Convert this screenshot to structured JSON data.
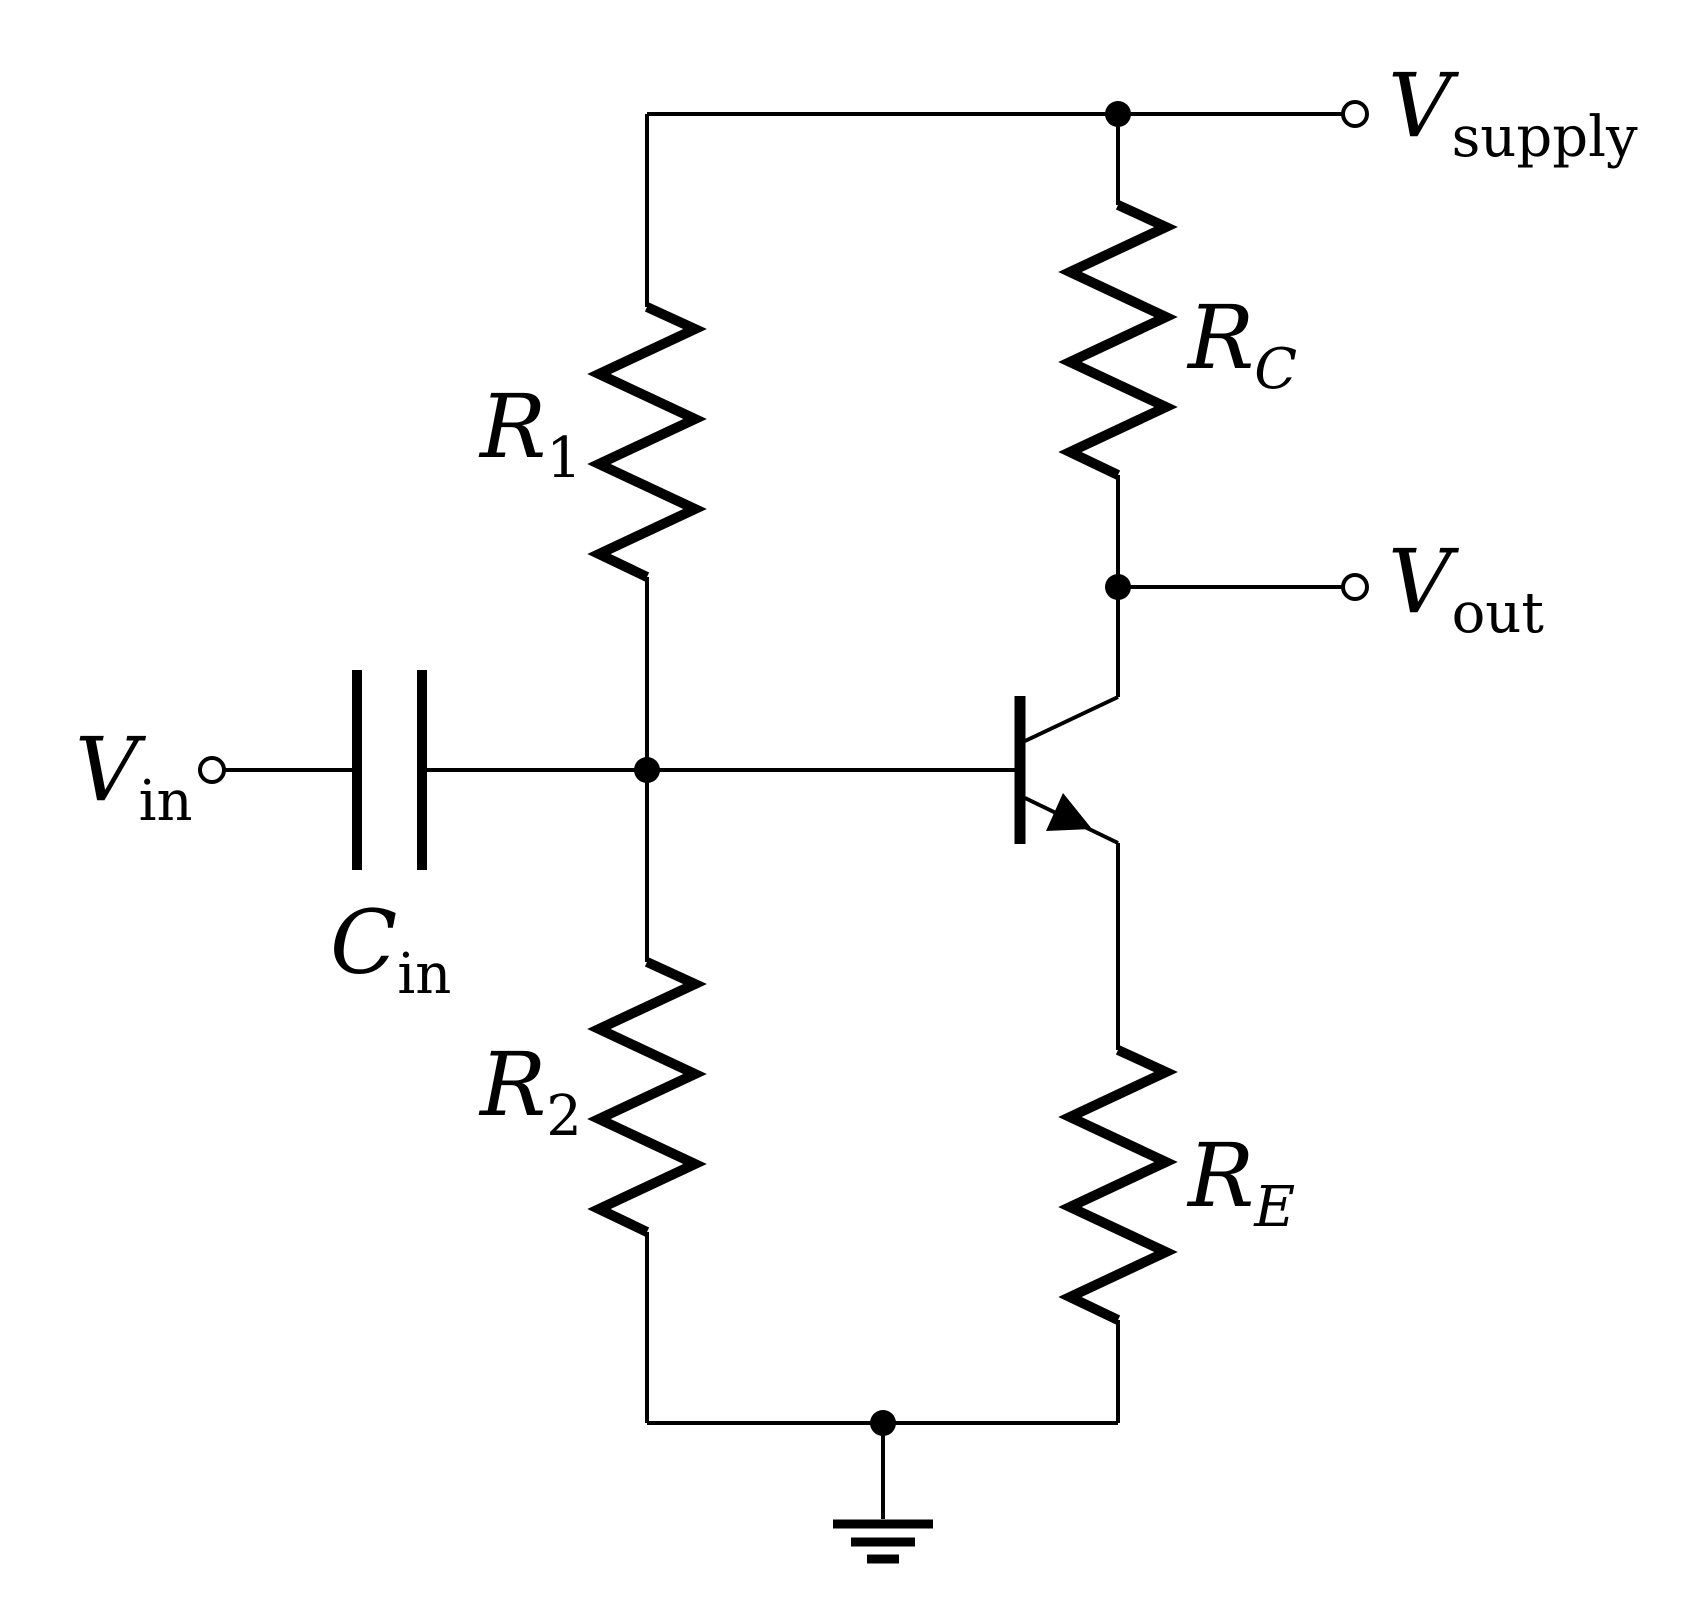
{
  "colors": {
    "ink": "#000000",
    "background": "#ffffff"
  },
  "labels": {
    "v_in": {
      "main": "V",
      "sub": "in"
    },
    "v_out": {
      "main": "V",
      "sub": "out"
    },
    "v_supply": {
      "main": "V",
      "sub": "supply"
    },
    "c_in": {
      "main": "C",
      "sub": "in"
    },
    "r1": {
      "main": "R",
      "sub": "1"
    },
    "r2": {
      "main": "R",
      "sub": "2"
    },
    "rc": {
      "main": "R",
      "sub": "C"
    },
    "re": {
      "main": "R",
      "sub": "E"
    }
  },
  "components": [
    {
      "id": "C_in",
      "type": "capacitor",
      "label_ref": "c_in"
    },
    {
      "id": "R_1",
      "type": "resistor",
      "label_ref": "r1"
    },
    {
      "id": "R_2",
      "type": "resistor",
      "label_ref": "r2"
    },
    {
      "id": "R_C",
      "type": "resistor",
      "label_ref": "rc"
    },
    {
      "id": "R_E",
      "type": "resistor",
      "label_ref": "re"
    },
    {
      "id": "Q",
      "type": "npn-bjt-transistor",
      "label_ref": null
    }
  ],
  "terminals": [
    {
      "id": "V_in",
      "style": "open-circle",
      "label_ref": "v_in"
    },
    {
      "id": "V_out",
      "style": "open-circle",
      "label_ref": "v_out"
    },
    {
      "id": "V_supply",
      "style": "open-circle",
      "label_ref": "v_supply"
    },
    {
      "id": "ground",
      "style": "earth-ground",
      "label_ref": null
    }
  ]
}
